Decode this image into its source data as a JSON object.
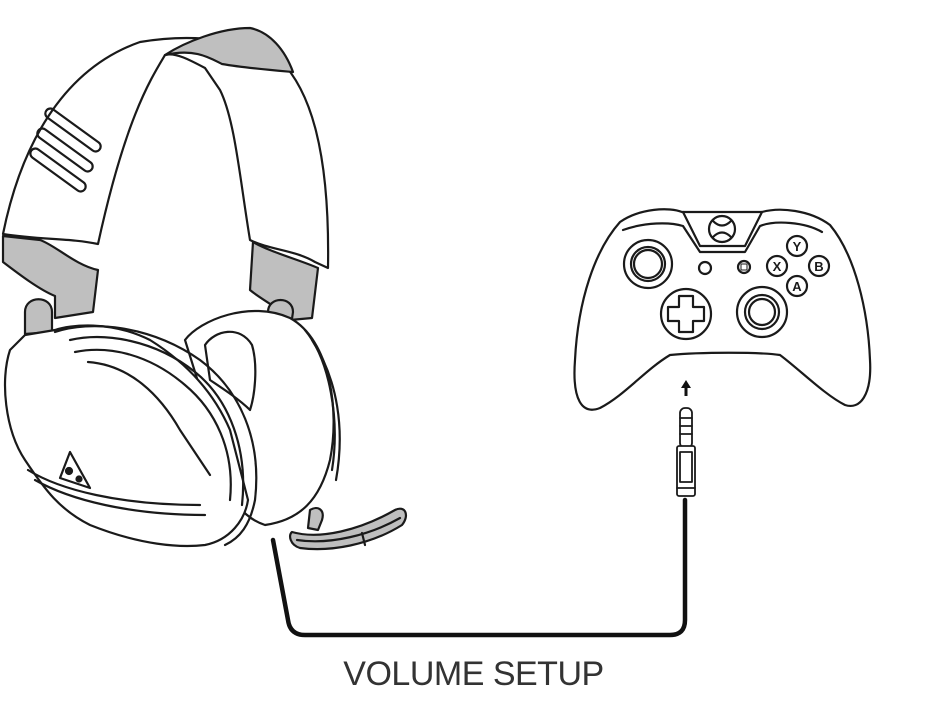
{
  "diagram": {
    "caption": "VOLUME SETUP",
    "elements": {
      "headset": "gaming-headset-illustration",
      "controller": "game-controller-illustration",
      "cable": "3.5mm-audio-cable",
      "plug": "3.5mm-jack-plug",
      "arrow": "insert-direction-arrow"
    },
    "controller_buttons": {
      "y": "Y",
      "x": "X",
      "b": "B",
      "a": "A"
    },
    "colors": {
      "stroke": "#1a1a1a",
      "fill": "#ffffff",
      "accent_gray": "#bfbfbf",
      "caption": "#333333"
    }
  }
}
